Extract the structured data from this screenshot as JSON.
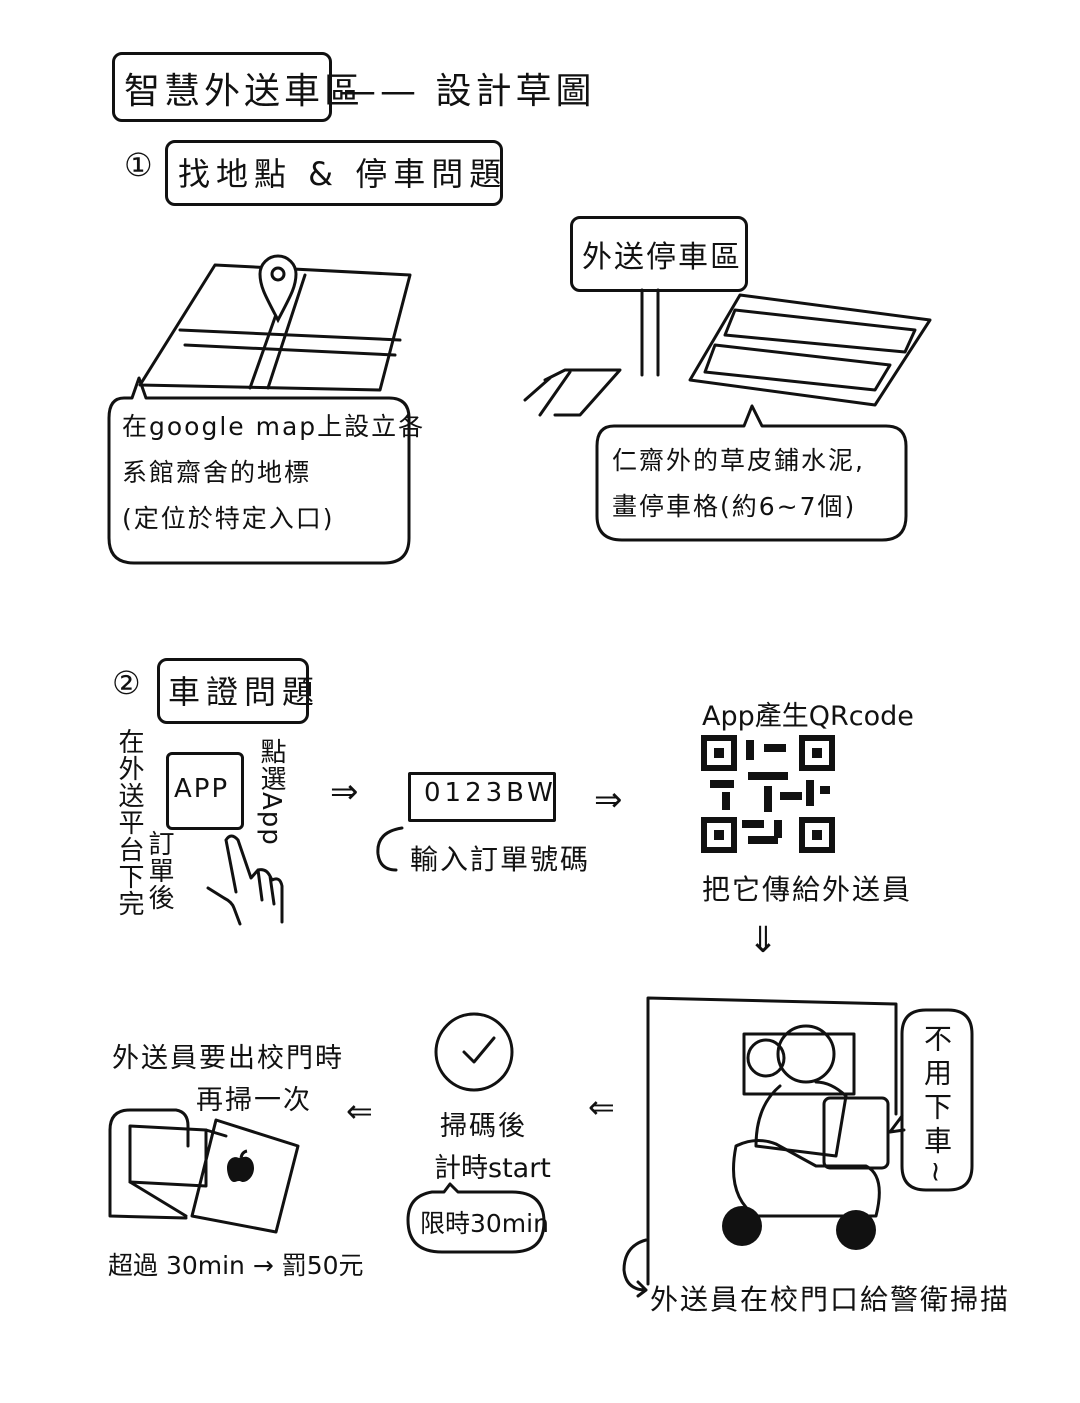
{
  "title": "智慧外送車區",
  "title_dash": "—— 設計草圖",
  "section1": {
    "number": "①",
    "heading": "找地點 & 停車問題",
    "sign": "外送停車區",
    "note_left": [
      "在google map上設立各",
      "系館齋舍的地標",
      "(定位於特定入口)"
    ],
    "note_right": [
      "仁齋外的草皮鋪水泥,",
      "畫停車格(約6~7個)"
    ]
  },
  "section2": {
    "number": "②",
    "heading": "車證問題",
    "step1_vertical_main": "在外送平台下完",
    "step1_vertical_sub": "訂單後",
    "app_label": "APP",
    "tap_vertical": "點選App",
    "order_code": "0123BW",
    "order_caption": "輸入訂單號碼",
    "qr_caption_top": "App產生QRcode",
    "qr_caption_bottom": "把它傳給外送員",
    "rider_speech": "不用下車~",
    "rider_caption": "外送員在校門口給警衛掃描",
    "timer_line1": "掃碼後",
    "timer_line2": "計時start",
    "timer_limit": "限時30min",
    "exit_line1": "外送員要出校門時",
    "exit_line2": "再掃一次",
    "penalty": "超過 30min → 罰50元"
  },
  "arrows": {
    "right": "⇒",
    "down": "⇓",
    "left": "⇐"
  },
  "icons": [
    "map-pin-icon",
    "hand-pointer-icon",
    "clock-icon",
    "apple-logo-icon",
    "qr-code-icon",
    "scooter-rider-icon"
  ]
}
